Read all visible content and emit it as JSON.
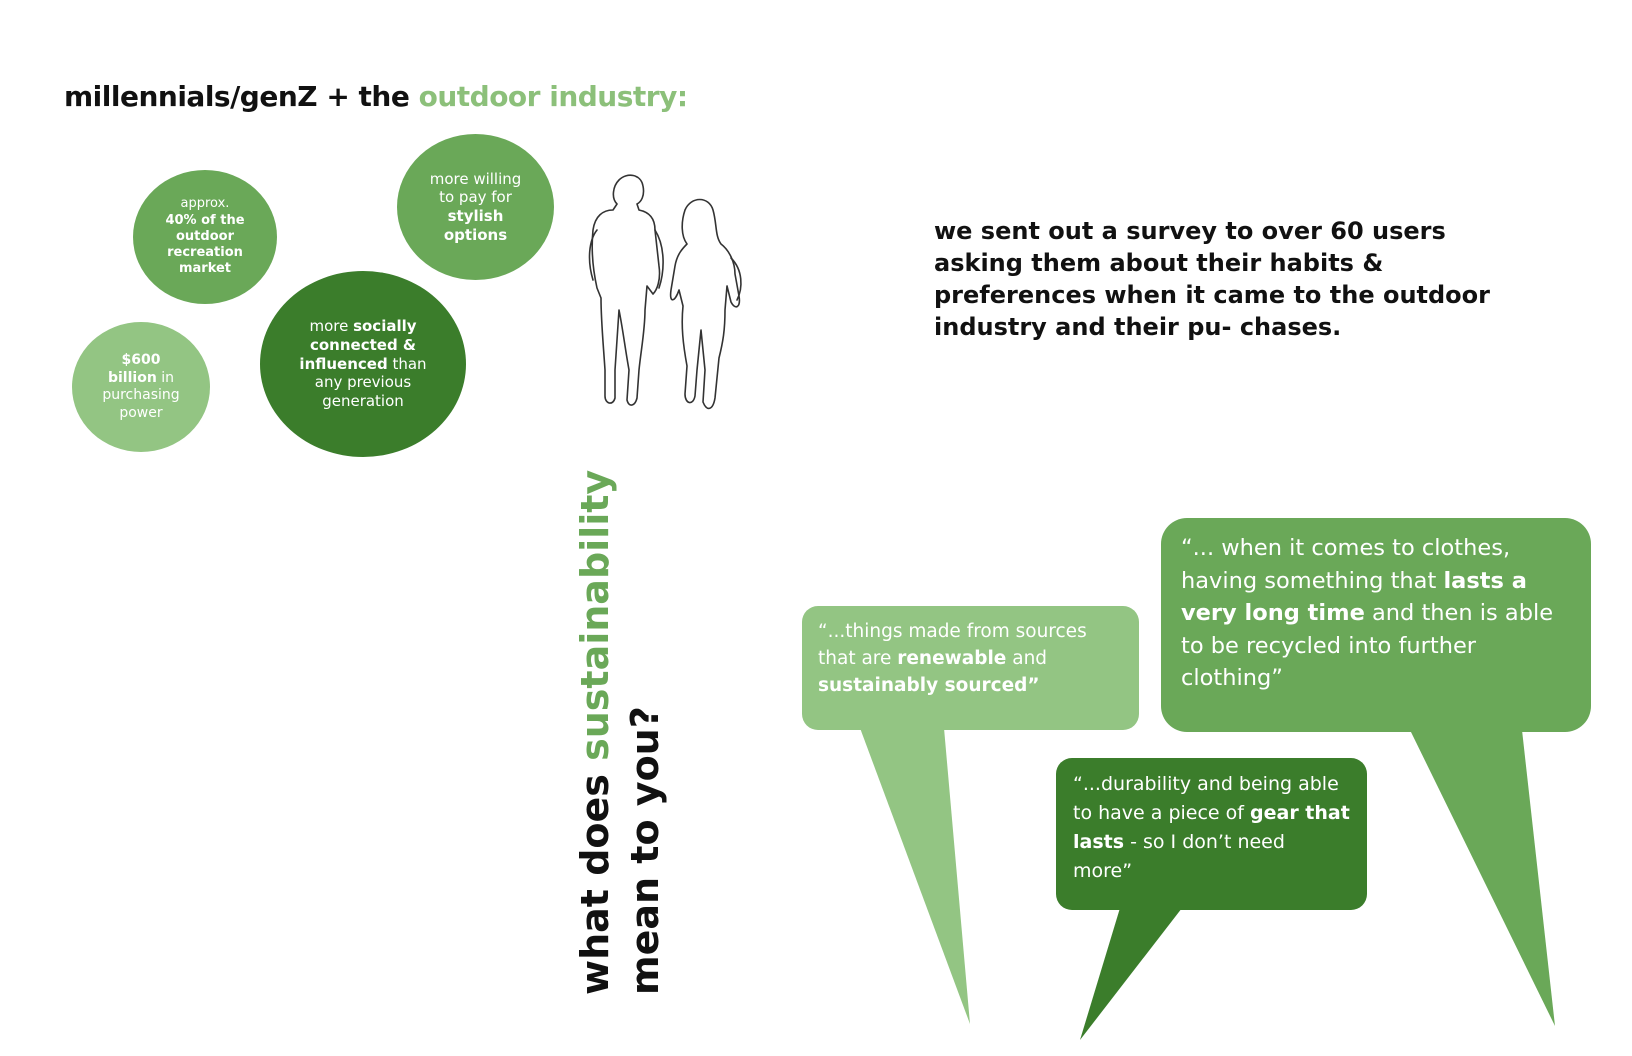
{
  "title": {
    "part1": "millennials/genZ + the ",
    "part2": "outdoor industry:"
  },
  "bubbles": {
    "b1": {
      "l1": "approx.",
      "l2": "40% of the",
      "l3": "outdoor",
      "l4": "recreation",
      "l5": "market"
    },
    "b2": {
      "l1": "$600",
      "l2": "billion",
      "l3": " in",
      "l4": "purchasing",
      "l5": "power"
    },
    "b3": {
      "l1": "more willing",
      "l2": "to pay for",
      "l3": "stylish",
      "l4": "options"
    },
    "b4": {
      "l1a": "more ",
      "l1b": "socially",
      "l2": "connected &",
      "l3a": "influenced",
      "l3b": " than",
      "l4": "any previous",
      "l5": "generation"
    }
  },
  "survey": "we sent out a survey to over 60 users asking them about their habits & preferences when it came to the outdoor industry and their pu- chases.",
  "vertical_heading": {
    "p1": "what does ",
    "p2": "sustainability",
    "p3": "mean to you?"
  },
  "quotes": {
    "q1": {
      "t1": "“...things made from sources that are ",
      "t2": "renewable",
      "t3": " and ",
      "t4": "sustainably sourced”"
    },
    "q2": {
      "t1": "“... when it comes to clothes, having something that ",
      "t2": "lasts a very long time",
      "t3": " and then is able to be recycled into further clothing”"
    },
    "q3": {
      "t1": "“...durability and being able to have a piece of ",
      "t2": "gear that lasts",
      "t3": " - so I don’t need more”"
    }
  },
  "colors": {
    "accent_light": "#93c583",
    "accent_mid": "#6aa858",
    "accent_dark": "#3b7d2b",
    "title_accent": "#8cc07a",
    "text": "#111111"
  },
  "icons": {
    "silhouette": "walking-couple-outline"
  }
}
